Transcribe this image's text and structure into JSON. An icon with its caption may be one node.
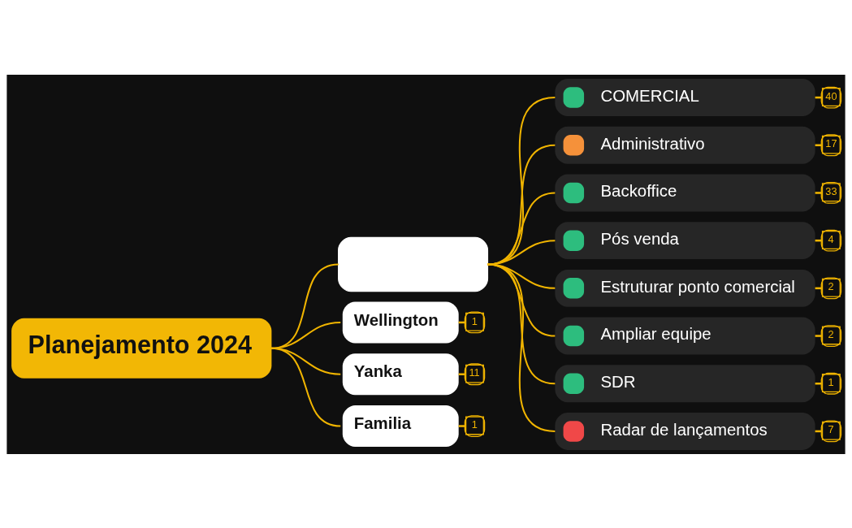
{
  "diagram": {
    "nodes": [
      {
        "text": [
          "Planejamento 2024"
        ]
      },
      {
        "text": [],
        "shape": "box"
      },
      {
        "text": [
          "COMERCIAL"
        ],
        "beside": [
          "40"
        ]
      },
      {
        "text": [
          "Administrativo"
        ],
        "beside": [
          "17"
        ]
      },
      {
        "text": [
          "Backoffice"
        ],
        "beside": [
          "33"
        ]
      },
      {
        "text": [
          "Pós venda"
        ],
        "beside": [
          "4"
        ]
      },
      {
        "text": [
          "Estruturar ponto comercial"
        ],
        "beside": [
          "2"
        ]
      },
      {
        "text": [
          "Ampliar equipe"
        ],
        "beside": [
          "2"
        ]
      },
      {
        "text": [
          "SDR"
        ],
        "beside": [
          "1"
        ]
      },
      {
        "text": [
          "Radar de lançamentos"
        ],
        "beside": [
          "7"
        ]
      },
      {
        "text": [
          "Wellington"
        ],
        "beside": [
          "1"
        ]
      },
      {
        "text": [
          "Yanka"
        ],
        "beside": [
          "11"
        ]
      },
      {
        "text": [
          "Familia"
        ],
        "beside": [
          "1"
        ]
      }
    ],
    "edges": [
      {
        "from": 0,
        "to": 1,
        "arrow": "none"
      },
      {
        "from": 1,
        "to": 2,
        "arrow": "none"
      },
      {
        "from": 1,
        "to": 3,
        "arrow": "none"
      },
      {
        "from": 1,
        "to": 4,
        "arrow": "none"
      },
      {
        "from": 1,
        "to": 5,
        "arrow": "none"
      },
      {
        "from": 1,
        "to": 6,
        "arrow": "none"
      },
      {
        "from": 1,
        "to": 7,
        "arrow": "none"
      },
      {
        "from": 1,
        "to": 8,
        "arrow": "none"
      },
      {
        "from": 1,
        "to": 9,
        "arrow": "none"
      },
      {
        "from": 0,
        "to": 10,
        "arrow": "none"
      },
      {
        "from": 0,
        "to": 11,
        "arrow": "none"
      },
      {
        "from": 0,
        "to": 12,
        "arrow": "none"
      }
    ]
  }
}
